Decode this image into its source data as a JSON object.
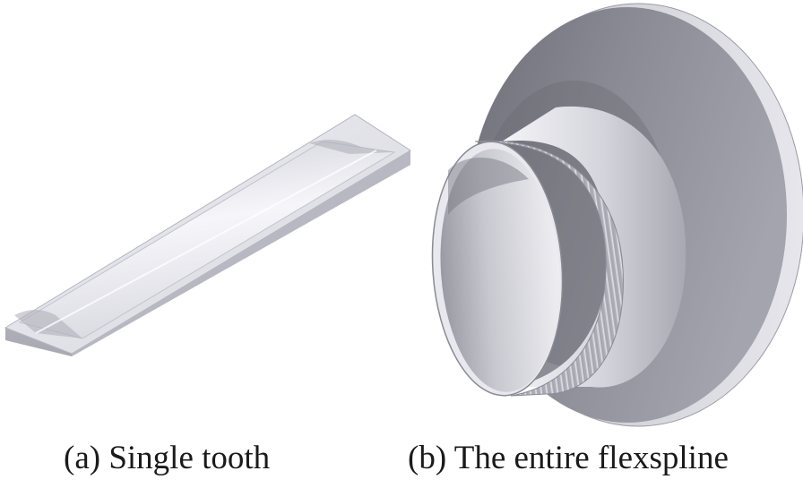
{
  "figure": {
    "panels": [
      {
        "id": "a",
        "caption": "(a) Single tooth"
      },
      {
        "id": "b",
        "caption": "(b) The entire flexspline"
      }
    ]
  }
}
